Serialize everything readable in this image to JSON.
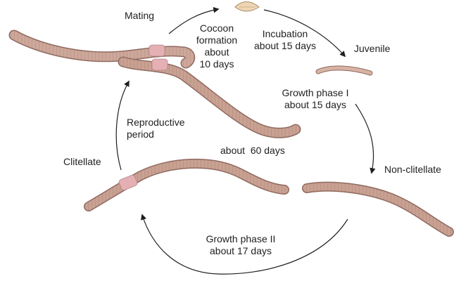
{
  "labels": {
    "mating": "Mating",
    "cocoon_formation": "Cocoon\nformation\nabout\n10 days",
    "incubation": "Incubation\nabout 15 days",
    "juvenile": "Juvenile",
    "growth_phase_1": "Growth phase I\nabout 15 days",
    "non_clitellate": "Non-clitellate",
    "growth_phase_2": "Growth phase II\nabout 17 days",
    "clitellate": "Clitellate",
    "about_60_days": "about  60 days",
    "reproductive_period": "Reproductive\nperiod"
  },
  "colors": {
    "worm_body": "#c9a496",
    "worm_dark": "#8f6a60",
    "clitellum": "#e5b0b4",
    "arrow": "#1f1f1f",
    "cocoon": "#efd5b3"
  }
}
